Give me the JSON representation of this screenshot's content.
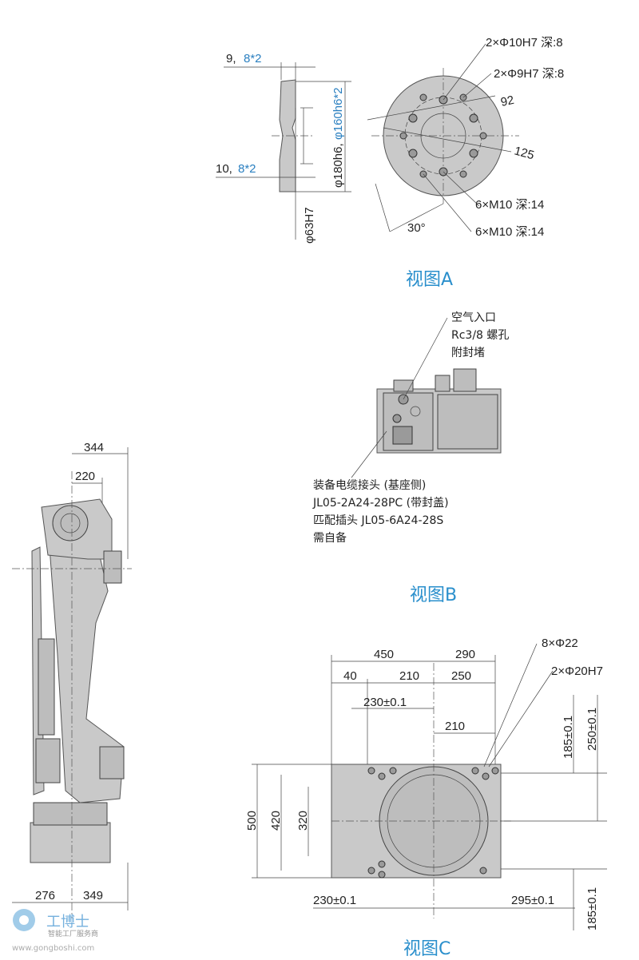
{
  "view_a": {
    "title": "视图A",
    "dims": {
      "flange_t1": "9,",
      "flange_t1_alt": "8*2",
      "flange_t2": "10,",
      "flange_t2_alt": "8*2",
      "phi63": "φ63H7",
      "phi180": "φ180h6,",
      "phi160": "φ160h6*2",
      "r92": "92",
      "r125": "125",
      "angle": "30°"
    },
    "callouts": [
      "2×Φ10H7 深:8",
      "2×Φ9H7 深:8",
      "6×M10 深:14",
      "6×M10 深:14"
    ]
  },
  "view_b": {
    "title": "视图B",
    "air_inlet": [
      "空气入口",
      "Rc3/8 螺孔",
      "附封堵"
    ],
    "connector": [
      "装备电缆接头 (基座侧)",
      "JL05-2A24-28PC (带封盖)",
      "匹配插头 JL05-6A24-28S",
      "需自备"
    ]
  },
  "side_view": {
    "dims": {
      "top_344": "344",
      "top_220": "220",
      "bottom_276": "276",
      "bottom_349": "349"
    }
  },
  "view_c": {
    "title": "视图C",
    "dims": {
      "w450": "450",
      "w290": "290",
      "w40": "40",
      "w210a": "210",
      "w250": "250",
      "w230": "230±0.1",
      "w210b": "210",
      "h500": "500",
      "h420": "420",
      "h320": "320",
      "b230": "230±0.1",
      "b295": "295±0.1",
      "v185a": "185±0.1",
      "v250": "250±0.1",
      "v185b": "185±0.1"
    },
    "callouts": [
      "8×Φ22",
      "2×Φ20H7"
    ]
  },
  "watermark": {
    "title": "工博士",
    "subtitle": "智能工厂服务商",
    "url": "www.gongboshi.com"
  }
}
